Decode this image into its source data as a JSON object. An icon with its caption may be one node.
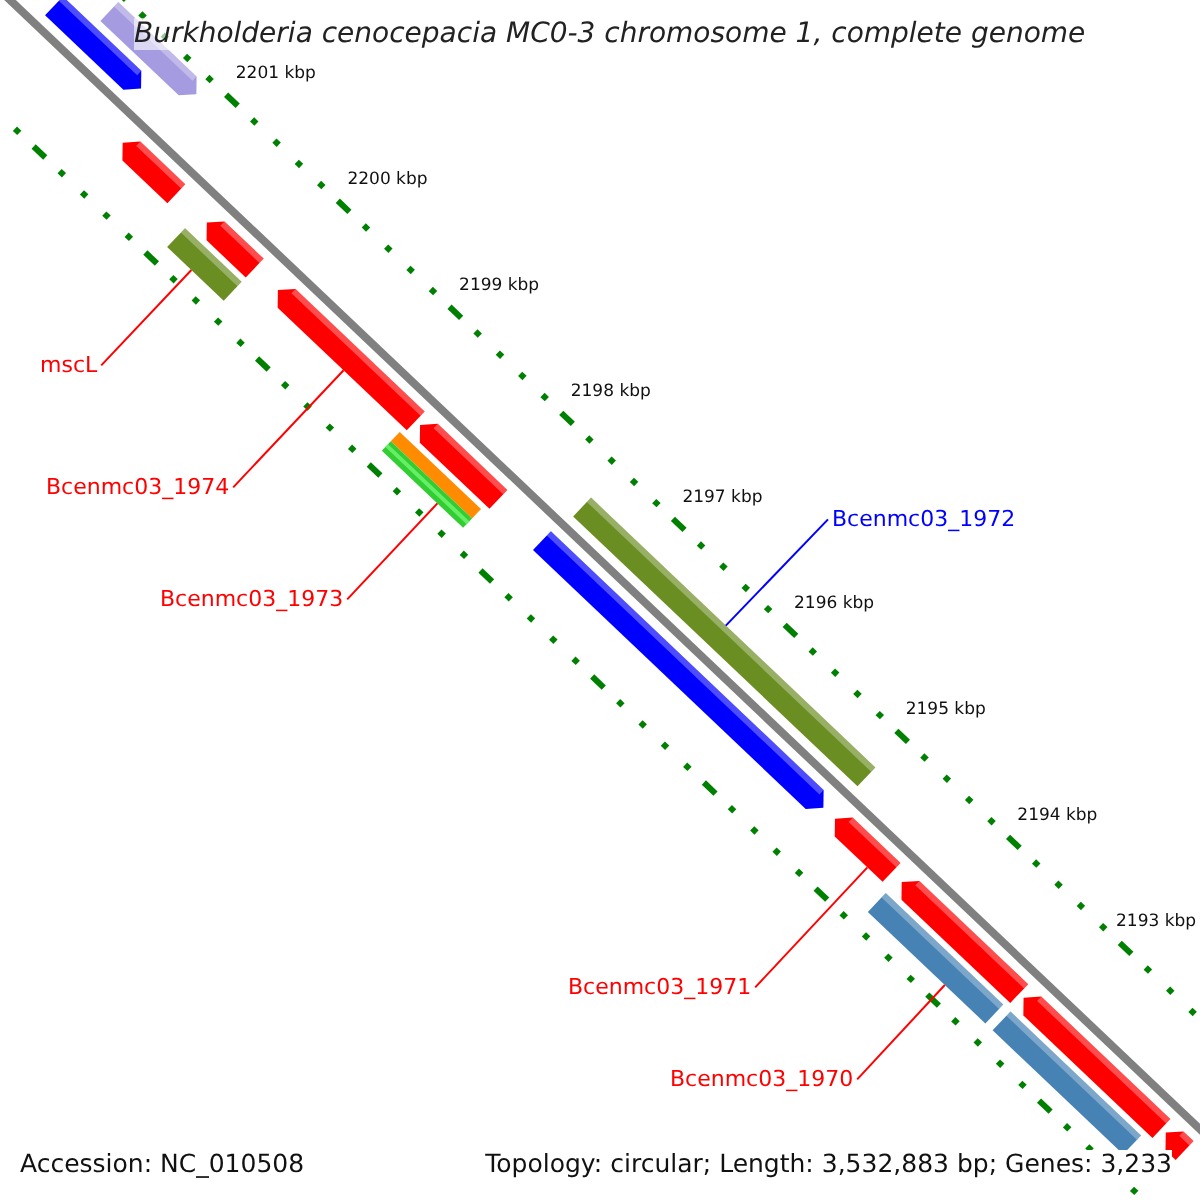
{
  "diagram": {
    "title": "Burkholderia cenocepacia MC0-3 chromosome 1, complete genome",
    "nodes": [
      {
        "text": [
          "mscL"
        ]
      },
      {
        "text": [],
        "shape": "bar"
      },
      {
        "text": [
          "Bcenmc03_1974"
        ]
      },
      {
        "text": [],
        "shape": "bar"
      },
      {
        "text": [
          "Bcenmc03_1973"
        ]
      },
      {
        "text": [],
        "shape": "bar"
      },
      {
        "text": [
          "Bcenmc03_1972"
        ]
      },
      {
        "text": [],
        "shape": "bar"
      },
      {
        "text": [
          "Bcenmc03_1971"
        ]
      },
      {
        "text": [],
        "shape": "bar"
      },
      {
        "text": [
          "Bcenmc03_1970"
        ]
      },
      {
        "text": [],
        "shape": "bar"
      },
      {
        "text": [],
        "shape": "bar"
      },
      {
        "text": [],
        "shape": "bar"
      },
      {
        "text": [],
        "shape": "bar"
      },
      {
        "text": [],
        "shape": "bar"
      },
      {
        "text": [],
        "shape": "bar"
      },
      {
        "text": [],
        "shape": "bar"
      },
      {
        "text": [],
        "shape": "bar"
      },
      {
        "text": [],
        "shape": "bar"
      },
      {
        "text": [],
        "shape": "bar"
      },
      {
        "text": [],
        "shape": "bar"
      }
    ],
    "edges": [
      {
        "from": 0,
        "to": 1,
        "arrow": "none"
      },
      {
        "from": 2,
        "to": 3,
        "arrow": "none"
      },
      {
        "from": 4,
        "to": 5,
        "arrow": "none"
      },
      {
        "from": 6,
        "to": 7,
        "arrow": "none",
        "color": "#0000ff"
      },
      {
        "from": 8,
        "to": 9,
        "arrow": "none"
      },
      {
        "from": 10,
        "to": 11,
        "arrow": "none"
      }
    ],
    "labels": [
      "2201 kbp",
      "2200 kbp",
      "2199 kbp",
      "2198 kbp",
      "2197 kbp",
      "2196 kbp",
      "2195 kbp",
      "2194 kbp",
      "2193 kbp",
      "Accession: NC_010508",
      "Topology: circular; Length: 3,532,883 bp; Genes: 3,233"
    ]
  }
}
